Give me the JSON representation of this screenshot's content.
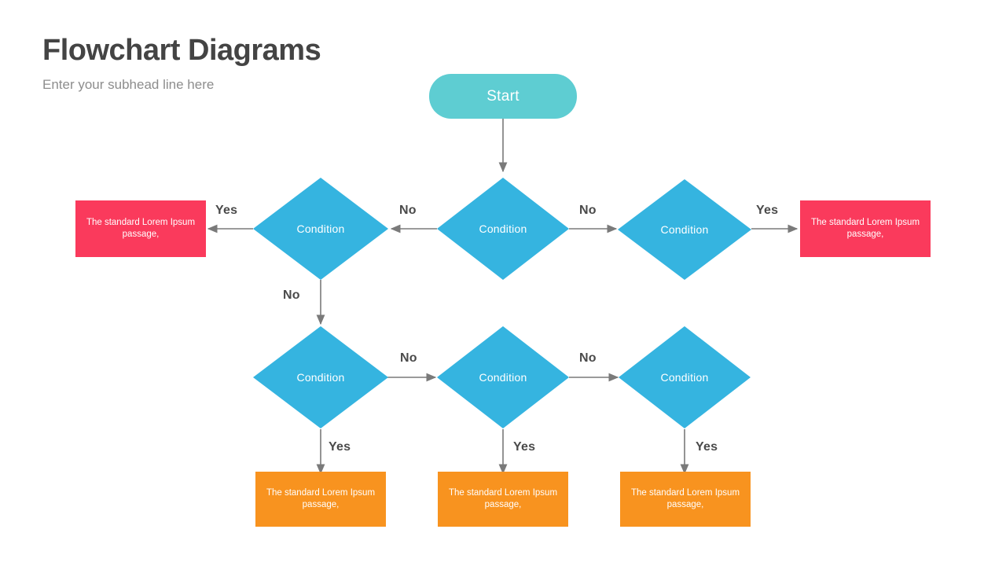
{
  "header": {
    "title": "Flowchart Diagrams",
    "subhead": "Enter your subhead line here"
  },
  "colors": {
    "start_teal": "#5ECDD2",
    "condition_blue": "#35B4E0",
    "terminal_red": "#FA3A5C",
    "terminal_orange": "#F8931F",
    "connector_gray": "#7a7a7a",
    "title_gray": "#444444",
    "subhead_gray": "#8d8d8d",
    "label_gray": "#4a4a4a",
    "background": "#ffffff"
  },
  "nodes": {
    "start": {
      "label": "Start",
      "shape": "rounded-rectangle"
    },
    "condition_top_left": {
      "label": "Condition",
      "shape": "diamond"
    },
    "condition_top_center": {
      "label": "Condition",
      "shape": "diamond"
    },
    "condition_top_right": {
      "label": "Condition",
      "shape": "diamond"
    },
    "condition_bottom_left": {
      "label": "Condition",
      "shape": "diamond"
    },
    "condition_bottom_center": {
      "label": "Condition",
      "shape": "diamond"
    },
    "condition_bottom_right": {
      "label": "Condition",
      "shape": "diamond"
    },
    "terminal_left_red": {
      "label": "The standard Lorem Ipsum passage,",
      "shape": "rectangle"
    },
    "terminal_right_red": {
      "label": "The standard Lorem Ipsum passage,",
      "shape": "rectangle"
    },
    "terminal_bottom_left_orange": {
      "label": "The standard Lorem Ipsum passage,",
      "shape": "rectangle"
    },
    "terminal_bottom_center_orange": {
      "label": "The standard Lorem Ipsum passage,",
      "shape": "rectangle"
    },
    "terminal_bottom_right_orange": {
      "label": "The standard Lorem Ipsum passage,",
      "shape": "rectangle"
    }
  },
  "edge_labels": {
    "top_left_yes": "Yes",
    "top_center_to_left_no": "No",
    "top_center_to_right_no": "No",
    "top_right_yes": "Yes",
    "top_left_down_no": "No",
    "bottom_left_to_center_no": "No",
    "bottom_center_to_right_no": "No",
    "bottom_left_yes": "Yes",
    "bottom_center_yes": "Yes",
    "bottom_right_yes": "Yes"
  }
}
